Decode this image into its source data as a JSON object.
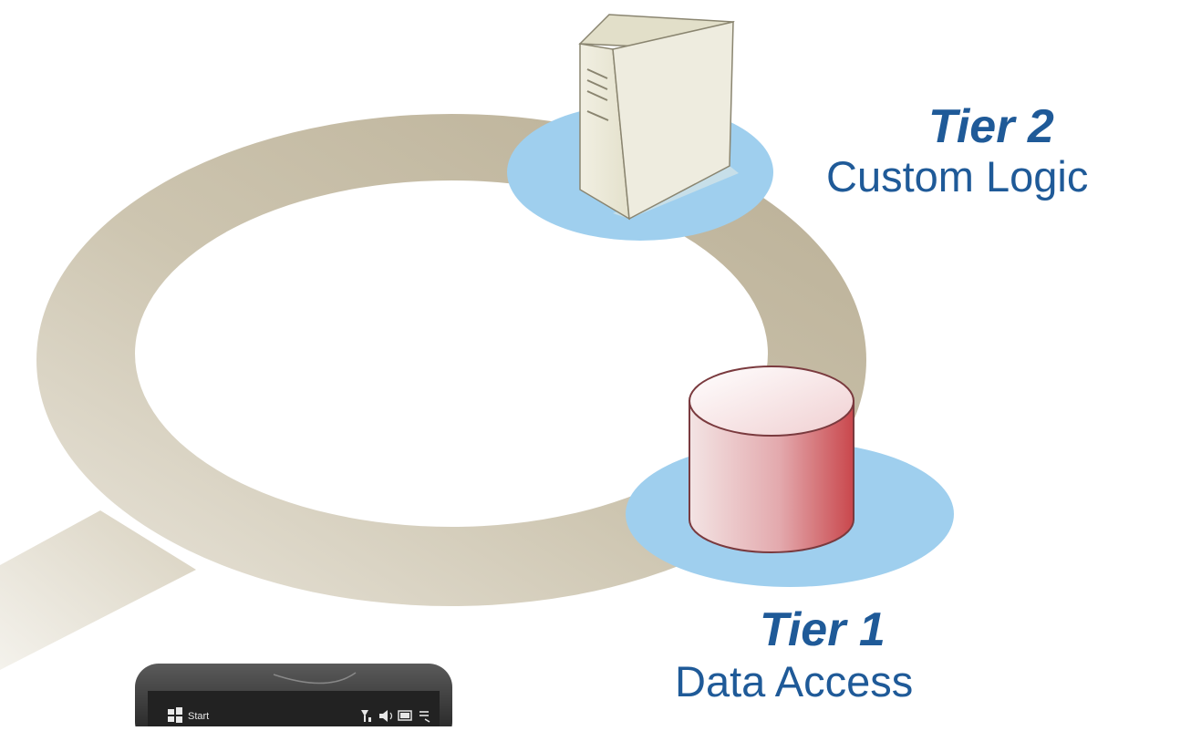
{
  "tier2": {
    "title": "Tier 2",
    "subtitle": "Custom Logic",
    "icon": "server-tower-icon"
  },
  "tier1": {
    "title": "Tier 1",
    "subtitle": "Data Access",
    "icon": "database-cylinder-icon"
  },
  "phone": {
    "start_label": "Start",
    "icon": "mobile-phone-icon"
  },
  "colors": {
    "ring": "#c8c0ac",
    "platform": "#9fcfee",
    "label": "#1f5a98",
    "database": "#d9747a",
    "server": "#ebe8d6",
    "phone": "#2b2b2b"
  }
}
